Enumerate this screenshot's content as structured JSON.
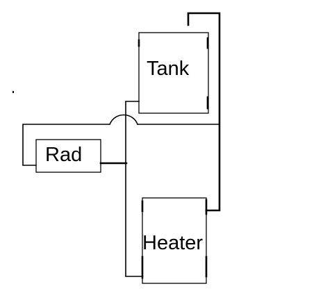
{
  "components": {
    "tank": {
      "label": "Tank"
    },
    "rad": {
      "label": "Rad"
    },
    "heater": {
      "label": "Heater"
    }
  },
  "colors": {
    "line": "#000000",
    "background": "#ffffff"
  }
}
